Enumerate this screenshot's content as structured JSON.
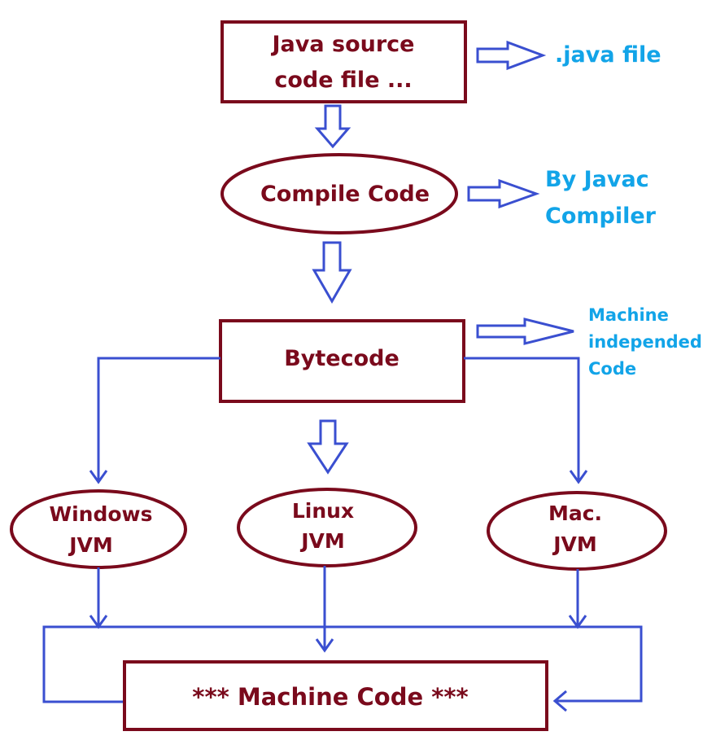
{
  "colors": {
    "node_border": "#7a0a1c",
    "node_text": "#7a0a1c",
    "note_text": "#12a4e8",
    "arrow": "#3a4fd0",
    "background": "#ffffff"
  },
  "nodes": {
    "source": {
      "line1": "Java source",
      "line2": "code file ..."
    },
    "compile": {
      "label": "Compile Code"
    },
    "bytecode": {
      "label": "Bytecode"
    },
    "windows_jvm": {
      "line1": "Windows",
      "line2": "JVM"
    },
    "linux_jvm": {
      "line1": "Linux",
      "line2": "JVM"
    },
    "mac_jvm": {
      "line1": "Mac.",
      "line2": "JVM"
    },
    "machine_code": {
      "label": "*** Machine Code ***"
    }
  },
  "notes": {
    "java_file": ".java file",
    "javac": {
      "line1": "By Javac",
      "line2": "Compiler"
    },
    "independent": {
      "line1": "Machine",
      "line2": "independed",
      "line3": "Code"
    }
  }
}
